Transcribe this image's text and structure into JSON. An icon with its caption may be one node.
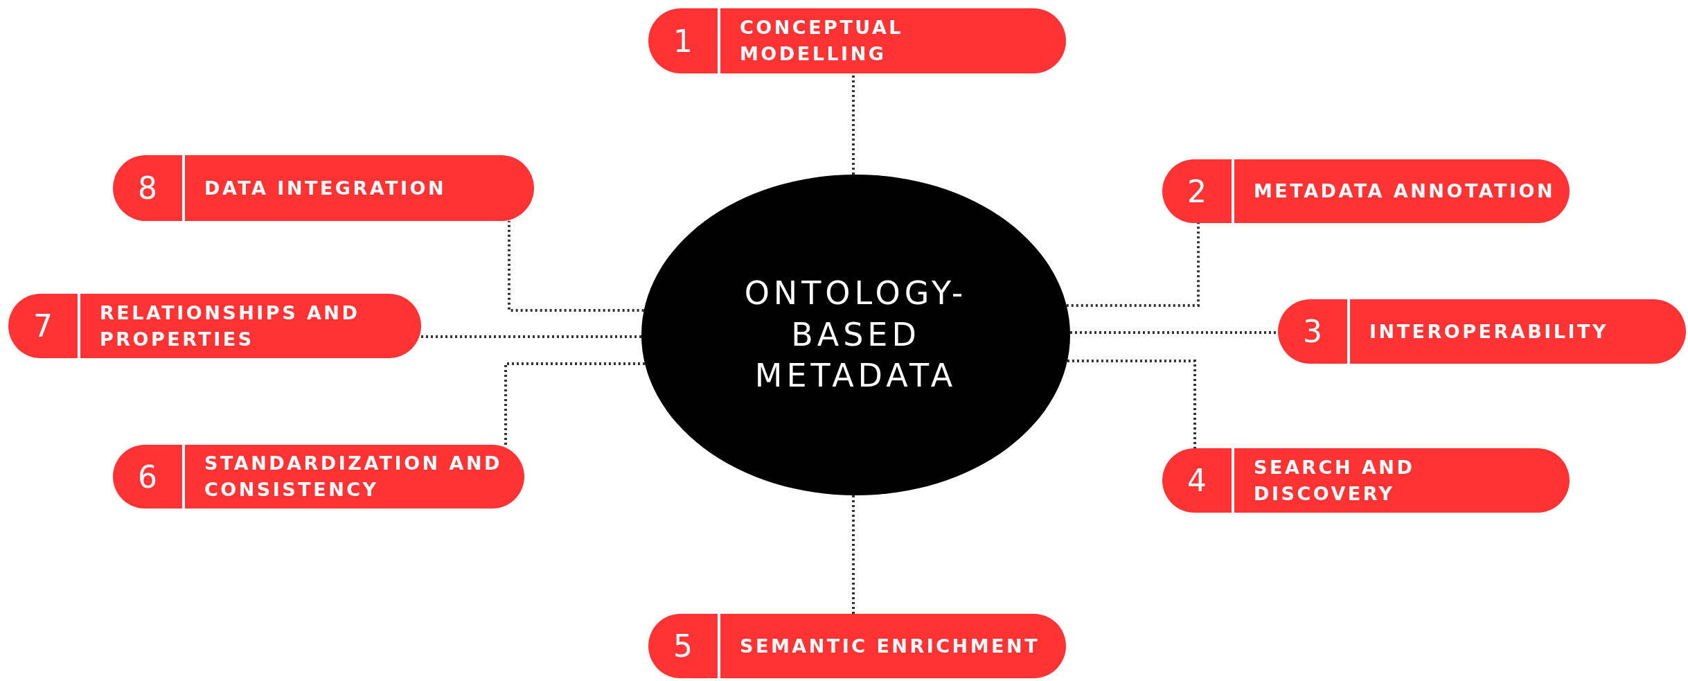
{
  "diagram": {
    "nodes": [
      {
        "text": [
          "ONTOLOGY- BASED METADATA"
        ]
      },
      {
        "text": [
          "1",
          "CONCEPTUAL MODELLING"
        ]
      },
      {
        "text": [
          "2",
          "METADATA ANNOTATION"
        ]
      },
      {
        "text": [
          "3",
          "INTEROPERABILITY"
        ]
      },
      {
        "text": [
          "4",
          "SEARCH AND DISCOVERY"
        ]
      },
      {
        "text": [
          "5",
          "SEMANTIC ENRICHMENT"
        ]
      },
      {
        "text": [
          "6",
          "STANDARDIZATION AND CONSISTENCY"
        ]
      },
      {
        "text": [
          "7",
          "RELATIONSHIPS AND PROPERTIES"
        ]
      },
      {
        "text": [
          "8",
          "DATA INTEGRATION"
        ]
      }
    ],
    "edges": [
      {
        "from": 0,
        "to": 1,
        "arrow": "none"
      },
      {
        "from": 0,
        "to": 2,
        "arrow": "none"
      },
      {
        "from": 0,
        "to": 3,
        "arrow": "none"
      },
      {
        "from": 0,
        "to": 4,
        "arrow": "none"
      },
      {
        "from": 0,
        "to": 5,
        "arrow": "none"
      },
      {
        "from": 0,
        "to": 6,
        "arrow": "none"
      },
      {
        "from": 0,
        "to": 7,
        "arrow": "none"
      },
      {
        "from": 0,
        "to": 8,
        "arrow": "none"
      }
    ]
  }
}
